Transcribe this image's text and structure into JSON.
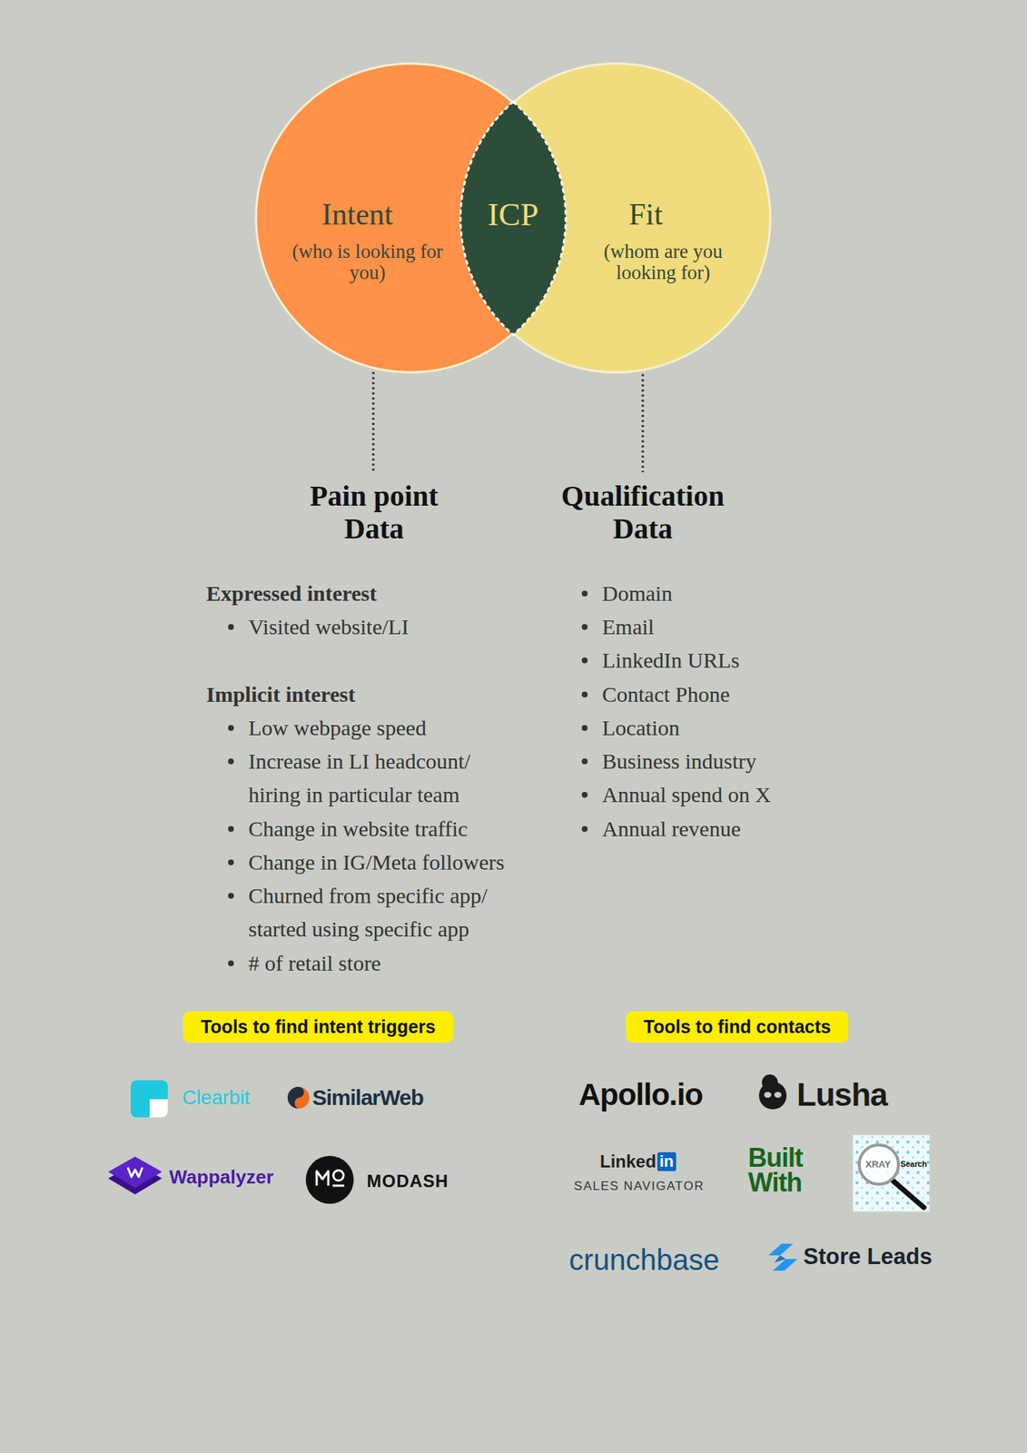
{
  "diagram": {
    "nodes": [
      {
        "text": [
          "Intent",
          "(who is looking for you)"
        ]
      },
      {
        "text": [
          "ICP"
        ]
      },
      {
        "text": [
          "Fit",
          "(whom are you looking for)"
        ]
      },
      {
        "text": [
          "Tools to find intent triggers"
        ]
      },
      {
        "text": [
          "Tools to find contacts"
        ]
      }
    ],
    "labels": [
      "Pain point Data",
      "Qualification Data",
      "Expressed interest",
      "Visited website/LI",
      "Implicit interest",
      "Low webpage speed",
      "Increase in LI headcount/ hiring in particular team",
      "Change in website traffic",
      "Change in IG/Meta followers",
      "Churned from specific app/ started using specific app",
      "# of retail store",
      "Domain",
      "Email",
      "LinkedIn URLs",
      "Contact Phone",
      "Location",
      "Business industry",
      "Annual spend on X",
      "Annual revenue",
      "Clearbit",
      "SimilarWeb",
      "Wappalyzer",
      "MODASH",
      "Apollo.io",
      "Lusha",
      "Linked",
      "in",
      "SALES NAVIGATOR",
      "Built With",
      "XRAY",
      "Search",
      "crunchbase",
      "Store Leads"
    ]
  }
}
